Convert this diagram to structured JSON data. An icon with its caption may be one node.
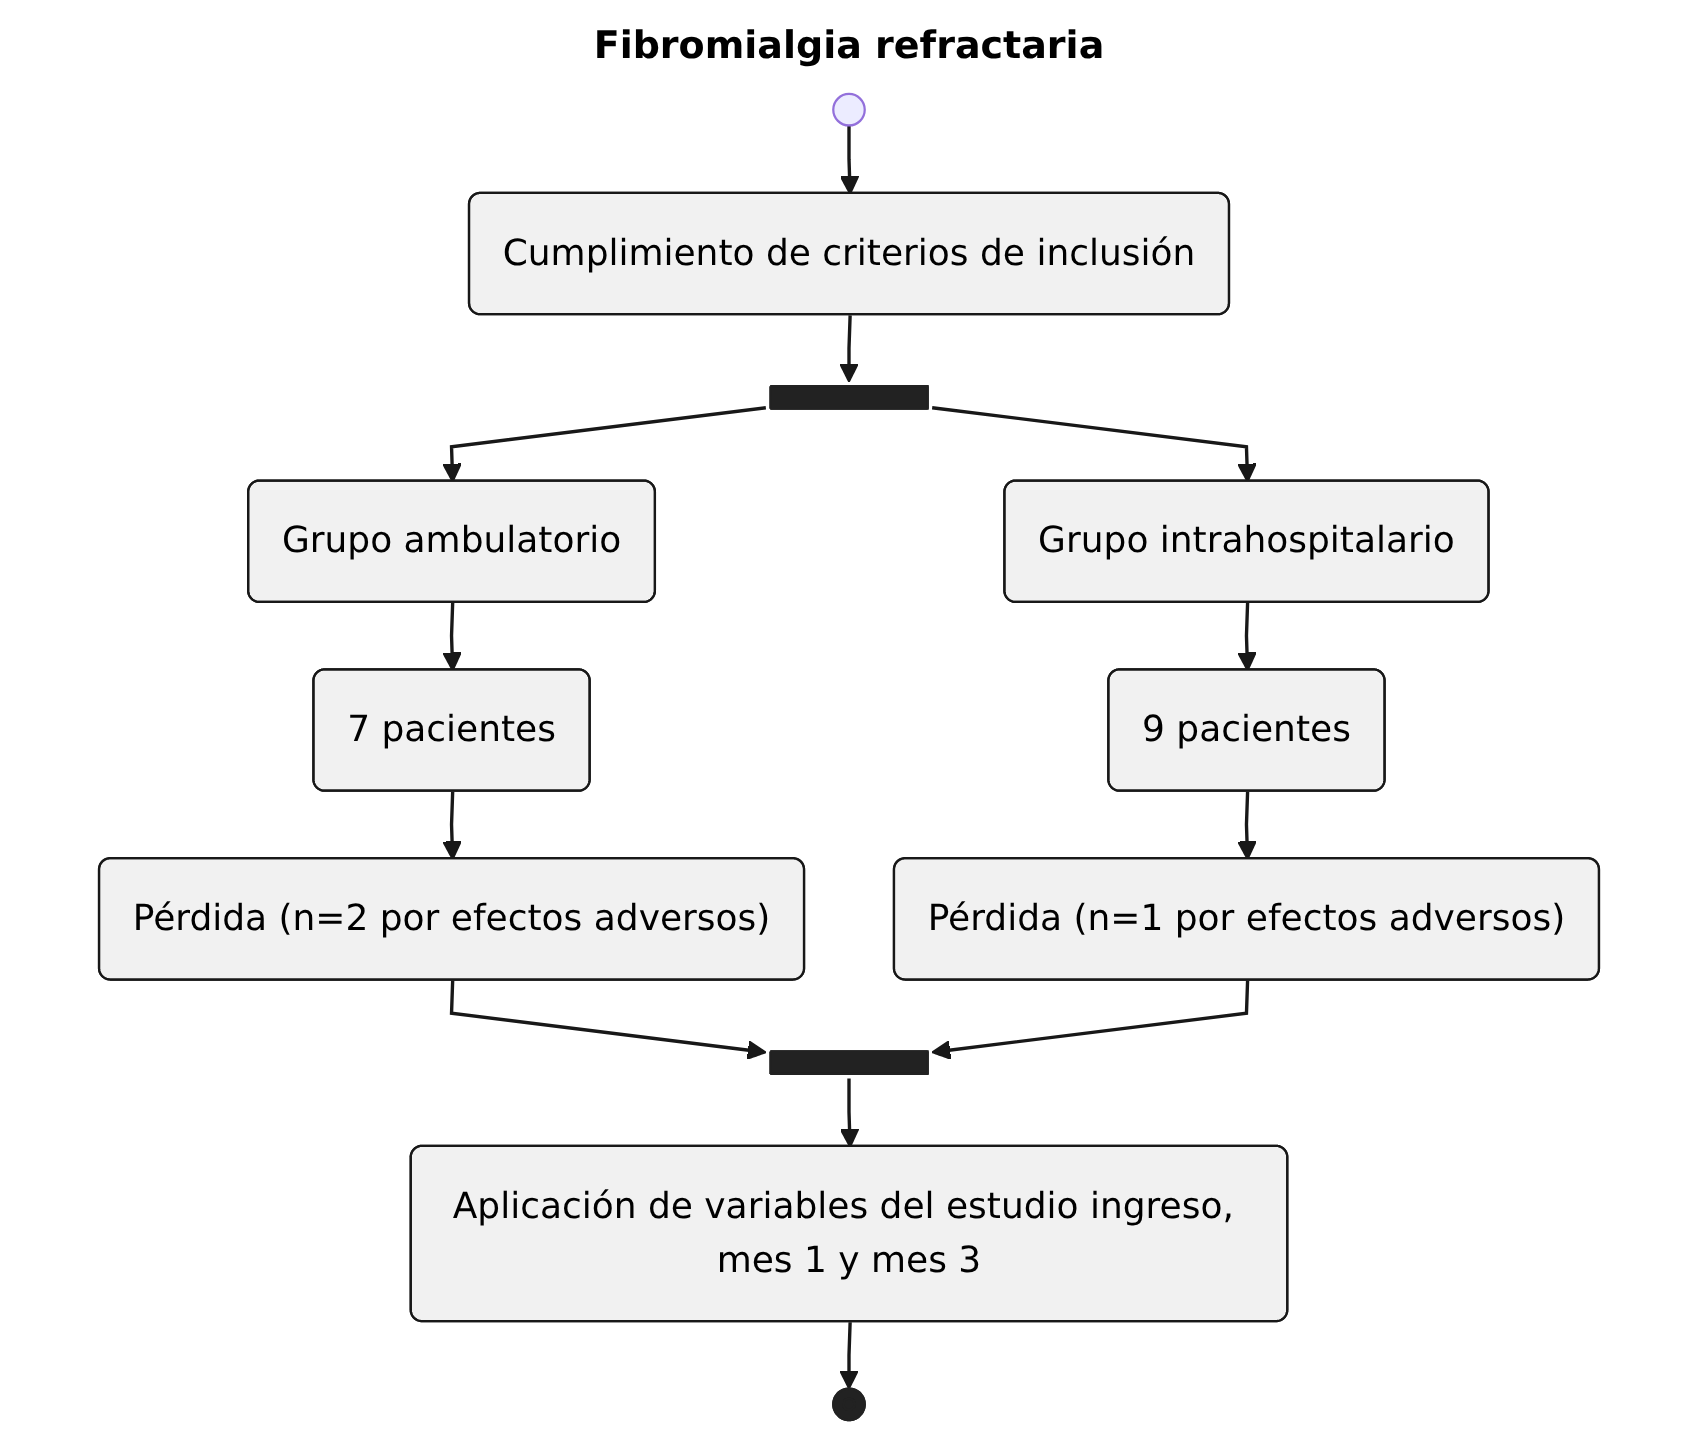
{
  "diagram": {
    "title": "Fibromialgia refractaria",
    "nodes": [
      {
        "text": [],
        "shape": "circle"
      },
      {
        "text": [
          "Cumplimiento de criterios de inclusión"
        ]
      },
      {
        "text": [],
        "shape": "bar"
      },
      {
        "text": [
          "Grupo ambulatorio"
        ]
      },
      {
        "text": [
          "Grupo intrahospitalario"
        ]
      },
      {
        "text": [
          "7 pacientes"
        ]
      },
      {
        "text": [
          "9 pacientes"
        ]
      },
      {
        "text": [
          "Pérdida (n=2 por efectos adversos)"
        ]
      },
      {
        "text": [
          "Pérdida (n=1 por efectos adversos)"
        ]
      },
      {
        "text": [],
        "shape": "bar"
      },
      {
        "text": [
          "Aplicación de variables del estudio ingreso, mes 1 y mes 3"
        ]
      },
      {
        "text": [],
        "shape": "circle"
      }
    ],
    "edges": [
      {
        "from": 0,
        "to": 1,
        "arrow": "to"
      },
      {
        "from": 1,
        "to": 2,
        "arrow": "to"
      },
      {
        "from": 2,
        "to": 3,
        "arrow": "to"
      },
      {
        "from": 2,
        "to": 4,
        "arrow": "to"
      },
      {
        "from": 3,
        "to": 5,
        "arrow": "to"
      },
      {
        "from": 4,
        "to": 6,
        "arrow": "to"
      },
      {
        "from": 5,
        "to": 7,
        "arrow": "to"
      },
      {
        "from": 6,
        "to": 8,
        "arrow": "to"
      },
      {
        "from": 7,
        "to": 9,
        "arrow": "to"
      },
      {
        "from": 8,
        "to": 9,
        "arrow": "to"
      },
      {
        "from": 9,
        "to": 10,
        "arrow": "to"
      },
      {
        "from": 10,
        "to": 11,
        "arrow": "to"
      }
    ]
  }
}
